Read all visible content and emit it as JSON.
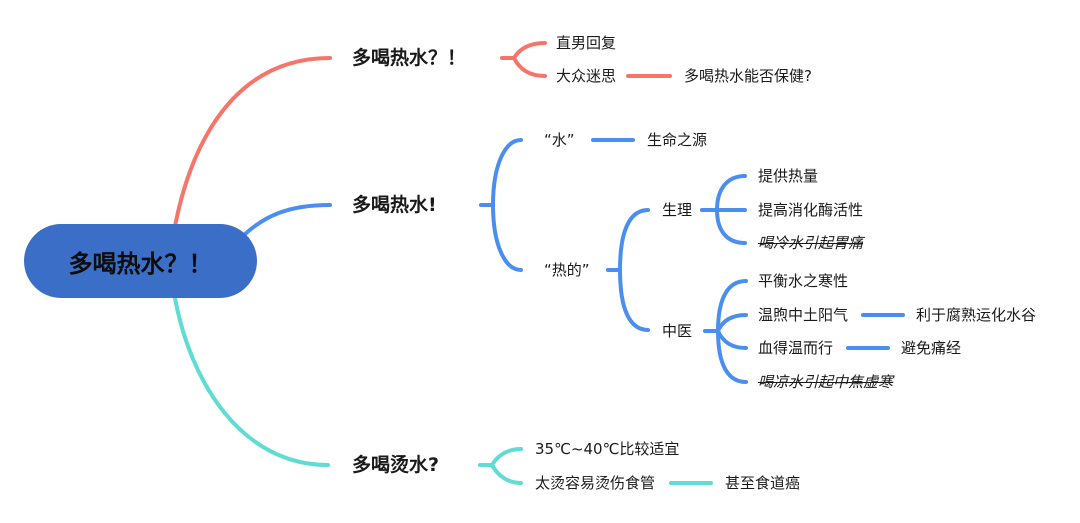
{
  "colors": {
    "root_fill": "#3b6fc7",
    "branch_red": "#f5756a",
    "branch_blue": "#4a8ef0",
    "branch_teal": "#5fdcd3"
  },
  "root": {
    "label": "多喝热水？！"
  },
  "branches": [
    {
      "label": "多喝热水？！",
      "color": "branch_red",
      "children": [
        {
          "label": "直男回复"
        },
        {
          "label": "大众迷思",
          "children": [
            {
              "label": "多喝热水能否保健?"
            }
          ]
        }
      ]
    },
    {
      "label": "多喝热水!",
      "color": "branch_blue",
      "children": [
        {
          "label": "“水”",
          "children": [
            {
              "label": "生命之源"
            }
          ]
        },
        {
          "label": "“热的”",
          "children": [
            {
              "label": "生理",
              "children": [
                {
                  "label": "提供热量"
                },
                {
                  "label": "提高消化酶活性"
                },
                {
                  "label": "喝冷水引起胃痛",
                  "strikethrough": true
                }
              ]
            },
            {
              "label": "中医",
              "children": [
                {
                  "label": "平衡水之寒性"
                },
                {
                  "label": "温煦中土阳气",
                  "children": [
                    {
                      "label": "利于腐熟运化水谷"
                    }
                  ]
                },
                {
                  "label": "血得温而行",
                  "children": [
                    {
                      "label": "避免痛经"
                    }
                  ]
                },
                {
                  "label": "喝凉水引起中焦虚寒",
                  "strikethrough": true
                }
              ]
            }
          ]
        }
      ]
    },
    {
      "label": "多喝烫水?",
      "color": "branch_teal",
      "children": [
        {
          "label": "35℃~40℃比较适宜"
        },
        {
          "label": "太烫容易烫伤食管",
          "children": [
            {
              "label": "甚至食道癌"
            }
          ]
        }
      ]
    }
  ]
}
